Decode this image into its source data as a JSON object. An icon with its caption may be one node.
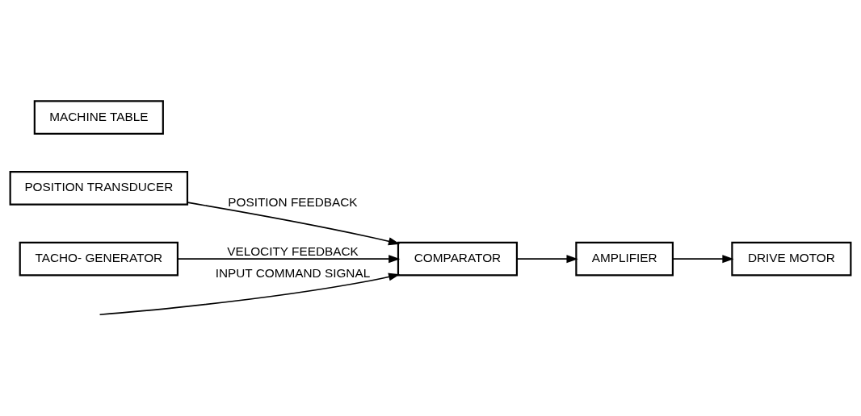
{
  "diagram": {
    "nodes": [
      {
        "text": [
          "COMPARATOR"
        ]
      },
      {
        "text": [
          "AMPLIFIER"
        ]
      },
      {
        "text": [
          "POSITION TRANSDUCER"
        ]
      },
      {
        "text": [
          "TACHO- GENERATOR"
        ]
      },
      {
        "text": [
          "MACHINE TABLE"
        ]
      },
      {
        "text": [
          "DRIVE MOTOR"
        ]
      }
    ],
    "edges": [
      {
        "from": null,
        "to": 0,
        "arrow": "to",
        "label": "INPUT COMMAND SIGNAL"
      },
      {
        "from": 0,
        "to": 1,
        "arrow": "to"
      },
      {
        "from": 1,
        "to": 5,
        "arrow": "to"
      },
      {
        "from": 3,
        "to": 0,
        "arrow": "to",
        "label": "VELOCITY FEEDBACK"
      },
      {
        "from": 2,
        "to": 0,
        "arrow": "to",
        "label": "POSITION FEEDBACK"
      }
    ]
  }
}
